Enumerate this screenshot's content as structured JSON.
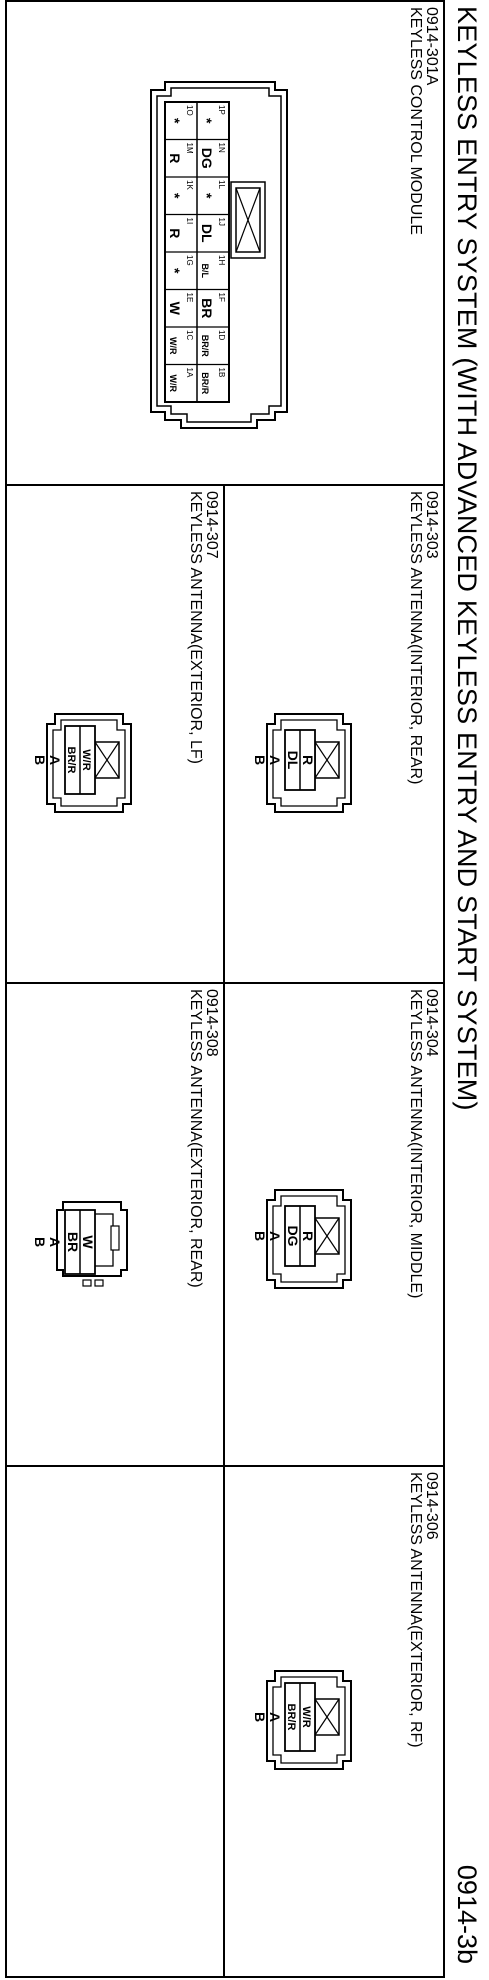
{
  "page": {
    "title": "KEYLESS ENTRY SYSTEM (WITH ADVANCED KEYLESS ENTRY AND START SYSTEM)",
    "page_id": "0914-3b"
  },
  "connectors": {
    "c301a": {
      "code": "0914-301A",
      "name": "KEYLESS CONTROL MODULE",
      "top_pins": [
        {
          "num": "1P",
          "wire": "*"
        },
        {
          "num": "1N",
          "wire": "DG"
        },
        {
          "num": "1L",
          "wire": "*"
        },
        {
          "num": "1J",
          "wire": "DL"
        },
        {
          "num": "1H",
          "wire": "B/L"
        },
        {
          "num": "1F",
          "wire": "BR"
        },
        {
          "num": "1D",
          "wire": "BR/R"
        },
        {
          "num": "1B",
          "wire": "BR/R"
        }
      ],
      "bottom_pins": [
        {
          "num": "1O",
          "wire": "*"
        },
        {
          "num": "1M",
          "wire": "R"
        },
        {
          "num": "1K",
          "wire": "*"
        },
        {
          "num": "1I",
          "wire": "R"
        },
        {
          "num": "1G",
          "wire": "*"
        },
        {
          "num": "1E",
          "wire": "W"
        },
        {
          "num": "1C",
          "wire": "W/R"
        },
        {
          "num": "1A",
          "wire": "W/R"
        }
      ]
    },
    "c303": {
      "code": "0914-303",
      "name": "KEYLESS ANTENNA(INTERIOR, REAR)",
      "pin_a": "R",
      "pin_b": "DL",
      "label_a": "A",
      "label_b": "B"
    },
    "c304": {
      "code": "0914-304",
      "name": "KEYLESS ANTENNA(INTERIOR, MIDDLE)",
      "pin_a": "R",
      "pin_b": "DG",
      "label_a": "A",
      "label_b": "B"
    },
    "c306": {
      "code": "0914-306",
      "name": "KEYLESS ANTENNA(EXTERIOR, RF)",
      "pin_a": "W/R",
      "pin_b": "BR/R",
      "label_a": "A",
      "label_b": "B"
    },
    "c307": {
      "code": "0914-307",
      "name": "KEYLESS ANTENNA(EXTERIOR, LF)",
      "pin_a": "W/R",
      "pin_b": "BR/R",
      "label_a": "A",
      "label_b": "B"
    },
    "c308": {
      "code": "0914-308",
      "name": "KEYLESS ANTENNA(EXTERIOR, REAR)",
      "pin_a": "W",
      "pin_b": "BR",
      "label_a": "A",
      "label_b": "B"
    }
  }
}
